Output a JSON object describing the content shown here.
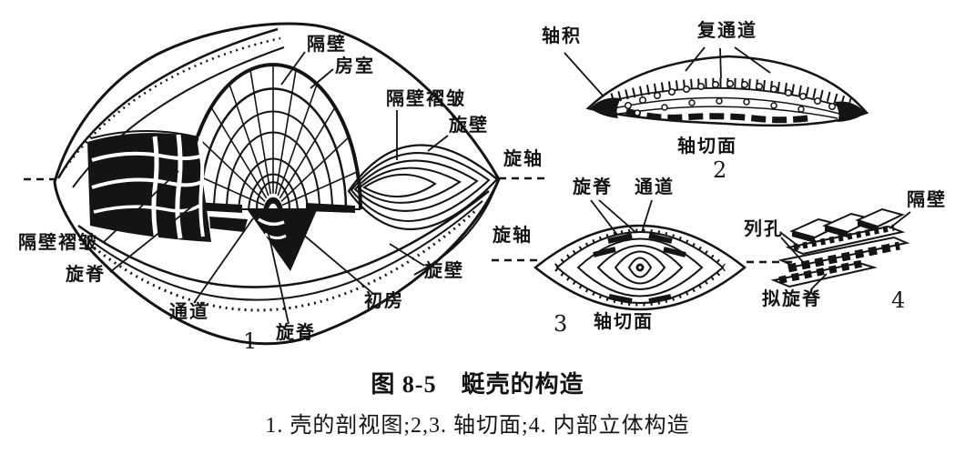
{
  "page": {
    "background": "#ffffff",
    "ink": "#141414"
  },
  "caption": {
    "title": "图 8-5　蜓壳的构造",
    "subtitle": "1. 壳的剖视图;2,3. 轴切面;4. 内部立体构造"
  },
  "fig1": {
    "number": "1",
    "labels": {
      "septum": "隔壁",
      "chamber": "房室",
      "septal_fold_top": "隔壁褶皱",
      "spiral_wall_top": "旋壁",
      "spiral_axis": "旋轴",
      "septal_fold_bottom": "隔壁褶皱",
      "chomata_left": "旋脊",
      "tunnel": "通道",
      "chomata_mid": "旋脊",
      "proloculus": "初房",
      "spiral_wall_bottom": "旋壁"
    }
  },
  "fig2": {
    "number": "2",
    "caption": "轴切面",
    "labels": {
      "axial_filling": "轴积",
      "multiple_tunnel": "复通道"
    }
  },
  "fig3": {
    "number": "3",
    "caption": "轴切面",
    "labels": {
      "chomata": "旋脊",
      "tunnel": "通道",
      "spiral_axis": "旋轴"
    }
  },
  "fig4": {
    "number": "4",
    "labels": {
      "foramina": "列孔",
      "septum": "隔壁",
      "parachomata": "拟旋脊"
    }
  }
}
